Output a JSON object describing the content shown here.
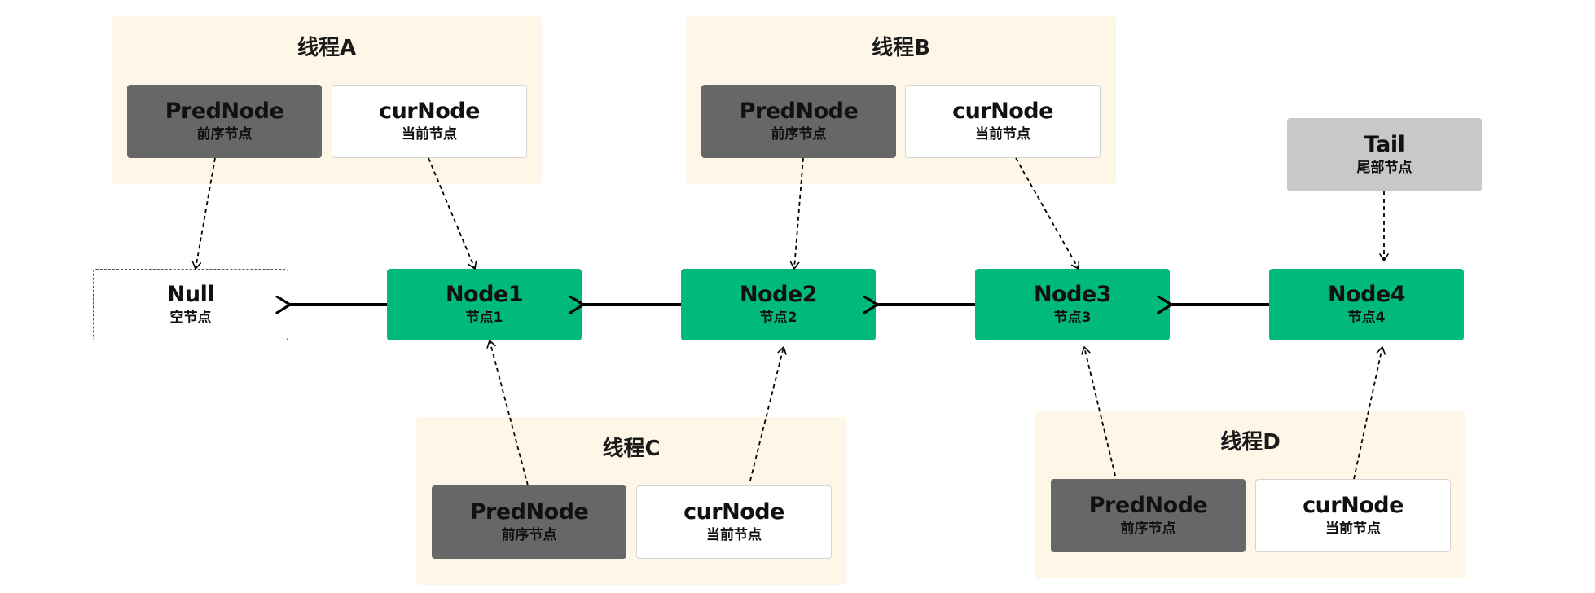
{
  "colors": {
    "panel_bg": "#fef6e7",
    "pred_box": "#676767",
    "cur_box": "#ffffff",
    "node_box": "#02b97c",
    "tail_box": "#c7c8ca"
  },
  "threads": {
    "a": {
      "title": "线程A",
      "pred": {
        "label": "PredNode",
        "sub": "前序节点"
      },
      "cur": {
        "label": "curNode",
        "sub": "当前节点"
      }
    },
    "b": {
      "title": "线程B",
      "pred": {
        "label": "PredNode",
        "sub": "前序节点"
      },
      "cur": {
        "label": "curNode",
        "sub": "当前节点"
      }
    },
    "c": {
      "title": "线程C",
      "pred": {
        "label": "PredNode",
        "sub": "前序节点"
      },
      "cur": {
        "label": "curNode",
        "sub": "当前节点"
      }
    },
    "d": {
      "title": "线程D",
      "pred": {
        "label": "PredNode",
        "sub": "前序节点"
      },
      "cur": {
        "label": "curNode",
        "sub": "当前节点"
      }
    }
  },
  "null_node": {
    "label": "Null",
    "sub": "空节点"
  },
  "nodes": [
    {
      "label": "Node1",
      "sub": "节点1"
    },
    {
      "label": "Node2",
      "sub": "节点2"
    },
    {
      "label": "Node3",
      "sub": "节点3"
    },
    {
      "label": "Node4",
      "sub": "节点4"
    }
  ],
  "tail": {
    "label": "Tail",
    "sub": "尾部节点"
  }
}
